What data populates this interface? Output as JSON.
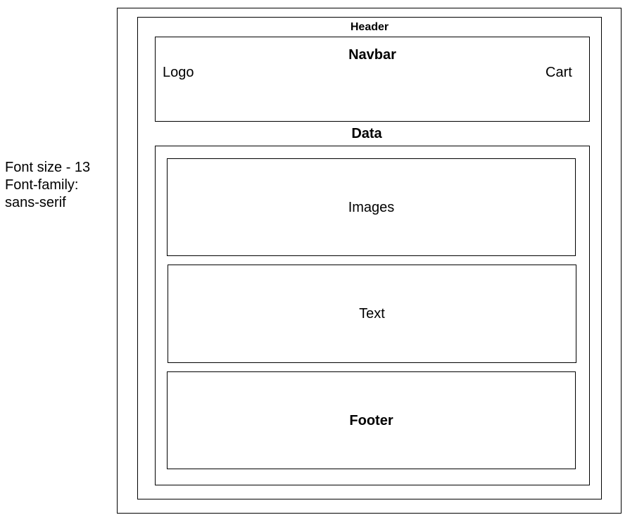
{
  "note": {
    "line1": "Font size - 13",
    "line2": "Font-family:",
    "line3": "sans-serif"
  },
  "header": {
    "label": "Header"
  },
  "navbar": {
    "label": "Navbar",
    "logo": "Logo",
    "cart": "Cart"
  },
  "data": {
    "label": "Data"
  },
  "images": {
    "label": "Images"
  },
  "text": {
    "label": "Text"
  },
  "footer": {
    "label": "Footer"
  }
}
